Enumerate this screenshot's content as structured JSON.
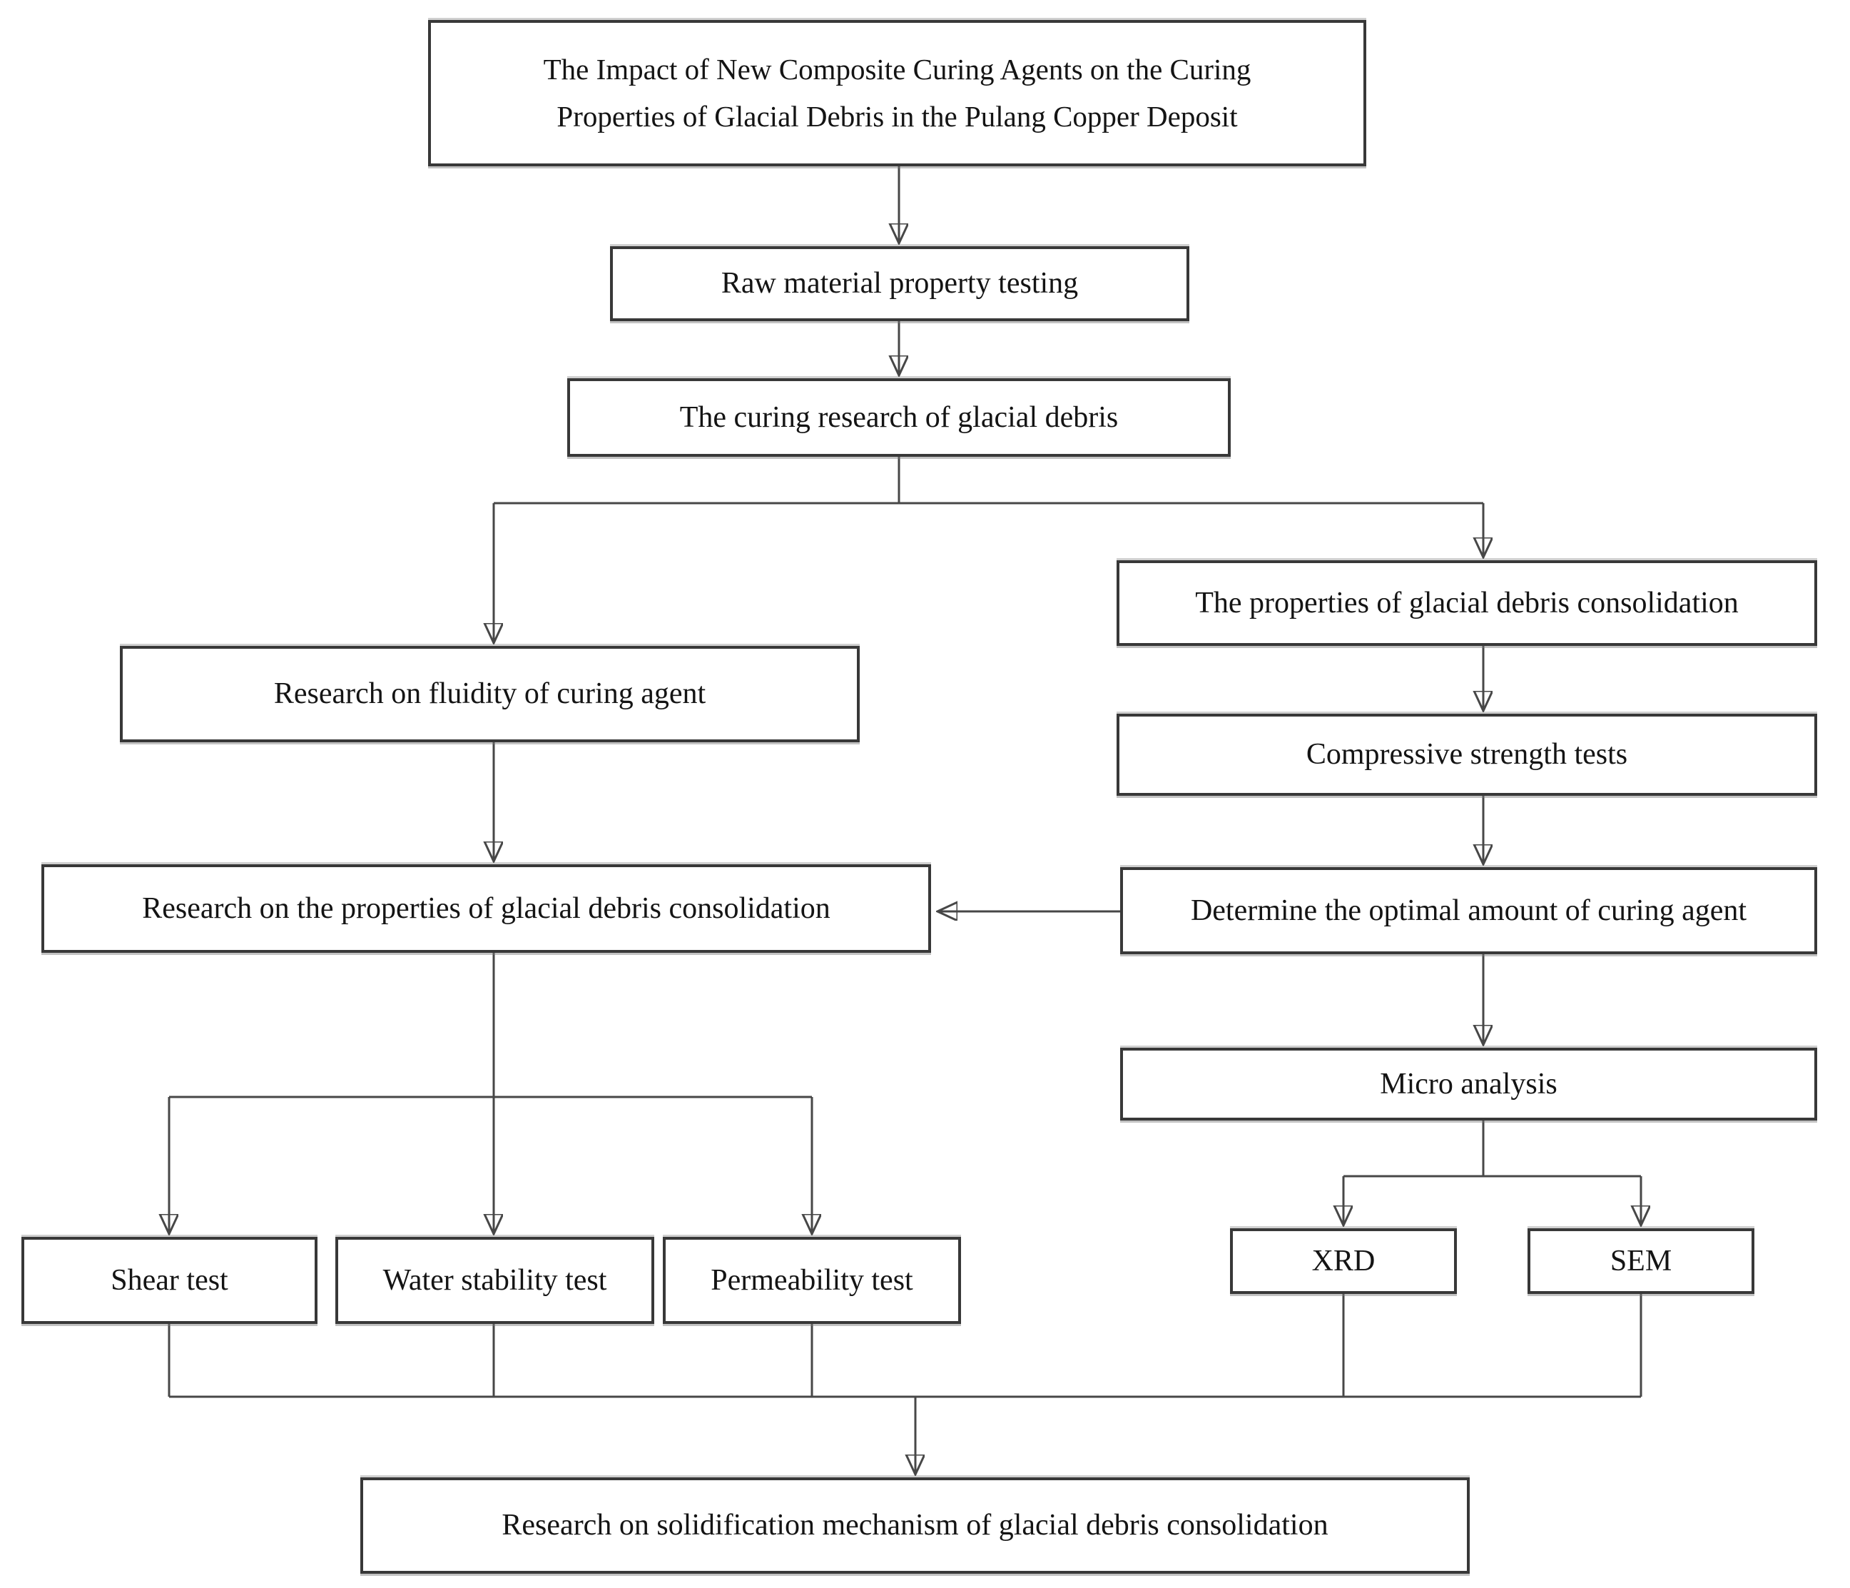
{
  "flowchart": {
    "title": {
      "lines": [
        "The Impact of New Composite Curing Agents on the Curing",
        "Properties of Glacial Debris in the Pulang Copper Deposit"
      ]
    },
    "nodes": {
      "raw_material": "Raw material property testing",
      "curing_research": "The curing research of glacial debris",
      "fluidity": "Research on fluidity of curing agent",
      "debris_properties": "The properties of glacial debris consolidation",
      "compressive": "Compressive strength tests",
      "research_properties": "Research on the properties of glacial debris consolidation",
      "determine_optimal": "Determine the optimal amount of curing agent",
      "micro_analysis": "Micro analysis",
      "shear": "Shear test",
      "water_stability": "Water stability test",
      "permeability": "Permeability test",
      "xrd": "XRD",
      "sem": "SEM",
      "solidification": "Research on solidification mechanism of glacial debris consolidation"
    },
    "colors": {
      "background": "#ffffff",
      "box_border": "#383838",
      "connector_line": "#474747",
      "text": "#141414",
      "arrowhead": "#1a1a1a"
    }
  }
}
